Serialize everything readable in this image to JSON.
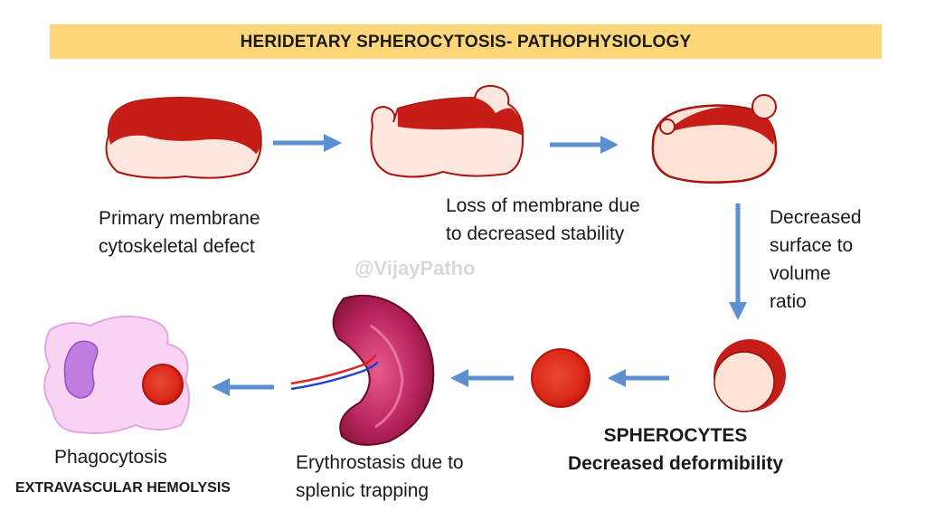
{
  "title": "HERIDETARY SPHEROCYTOSIS-  PATHOPHYSIOLOGY",
  "watermark": "@VijayPatho",
  "steps": {
    "primary_defect": [
      "Primary membrane",
      "cytoskeletal defect"
    ],
    "loss_membrane": [
      "Loss of membrane due",
      "to decreased stability"
    ],
    "decreased_surface": [
      "Decreased",
      "surface to",
      "volume",
      "ratio"
    ],
    "spherocytes": [
      "SPHEROCYTES",
      "Decreased deformibility"
    ],
    "erythrostasis": [
      "Erythrostasis due to",
      "splenic trapping"
    ],
    "phagocytosis": "Phagocytosis",
    "extravascular": "EXTRAVASCULAR HEMOLYSIS"
  },
  "colors": {
    "banner": "#fdd67a",
    "arrow": "#5b8fd1",
    "cell_red": "#d42a1e",
    "cell_dark": "#a8140e",
    "cell_pale": "#fde3d5",
    "spleen": "#b01e5a",
    "macrophage": "#f9d3f3",
    "nucleus": "#c07ce0"
  }
}
